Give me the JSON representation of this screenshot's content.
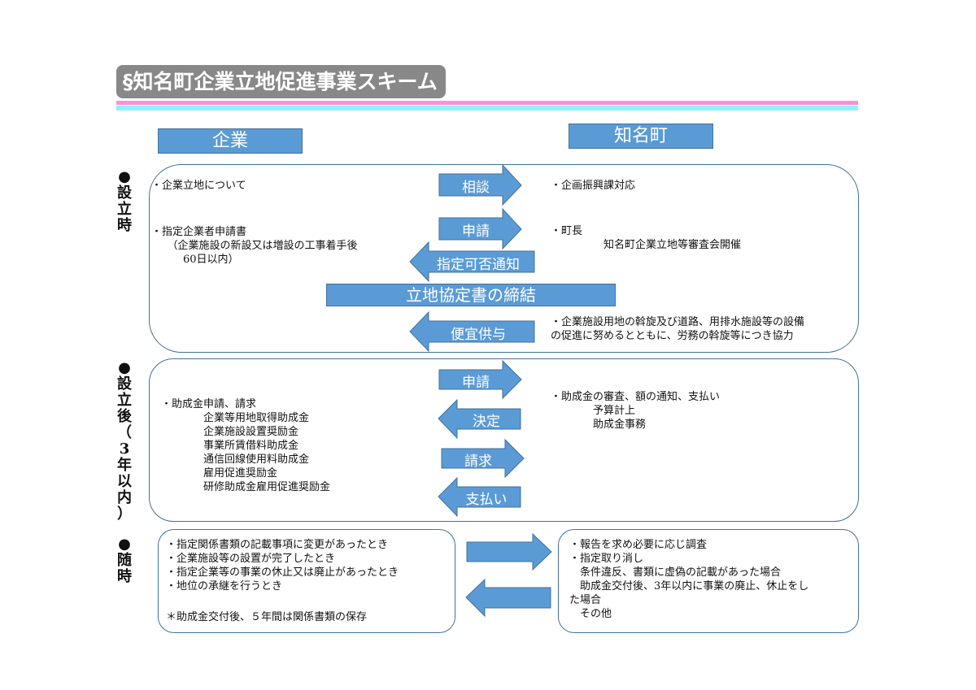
{
  "title": "§知名町企業立地促進事業スキーム",
  "headers": {
    "company": "企業",
    "town": "知名町"
  },
  "phases": {
    "establish": {
      "bullet": "●",
      "chars": [
        "設",
        "立",
        "時"
      ]
    },
    "after": {
      "bullet": "●",
      "chars": [
        "設",
        "立",
        "後",
        "（",
        "3",
        "年",
        "以",
        "内",
        "）"
      ]
    },
    "anytime": {
      "bullet": "●",
      "chars": [
        "随",
        "時"
      ]
    }
  },
  "establish": {
    "left_1": "・企業立地について",
    "left_2": "・指定企業者申請書\n　　（企業施設の新設又は増設の工事着手後\n　　　60日以内）",
    "right_1": "・企画振興課対応",
    "right_2": "・町長\n　　　　　知名町企業立地等審査会開催",
    "right_3": "・企業施設用地の斡旋及び道路、用排水施設等の設備\nの促進に努めるとともに、労務の斡旋等につき協力",
    "arrow_consult": "相談",
    "arrow_apply": "申請",
    "arrow_notice": "指定可否通知",
    "bar_agreement": "立地協定書の締結",
    "arrow_convenience": "便宜供与"
  },
  "after": {
    "left": "・助成金申請、請求\n　　　　企業等用地取得助成金\n　　　　企業施設設置奨励金\n　　　　事業所賃借料助成金\n　　　　通信回線使用料助成金\n　　　　雇用促進奨励金\n　　　　研修助成金雇用促進奨励金",
    "right": "・助成金の審査、額の通知、支払い\n　　　　予算計上\n　　　　助成金事務",
    "arrow_apply": "申請",
    "arrow_decide": "決定",
    "arrow_claim": "請求",
    "arrow_pay": "支払い"
  },
  "anytime": {
    "left": "・指定関係書類の記載事項に変更があったとき\n・企業施設等の設置が完了したとき\n・指定企業等の事業の休止又は廃止があったとき\n・地位の承継を行うとき",
    "left_note": "＊助成金交付後、５年間は関係書類の保存",
    "right": "・報告を求め必要に応じ調査\n・指定取り消し\n　条件違反、書類に虚偽の記載があった場合\n　助成金交付後、3年以内に事業の廃止、休止をし\nた場合\n　その他"
  },
  "colors": {
    "arrow_fill": "#5b9bd5",
    "arrow_stroke": "#41719c",
    "panel_stroke": "#41719c",
    "title_bg": "#888888"
  }
}
